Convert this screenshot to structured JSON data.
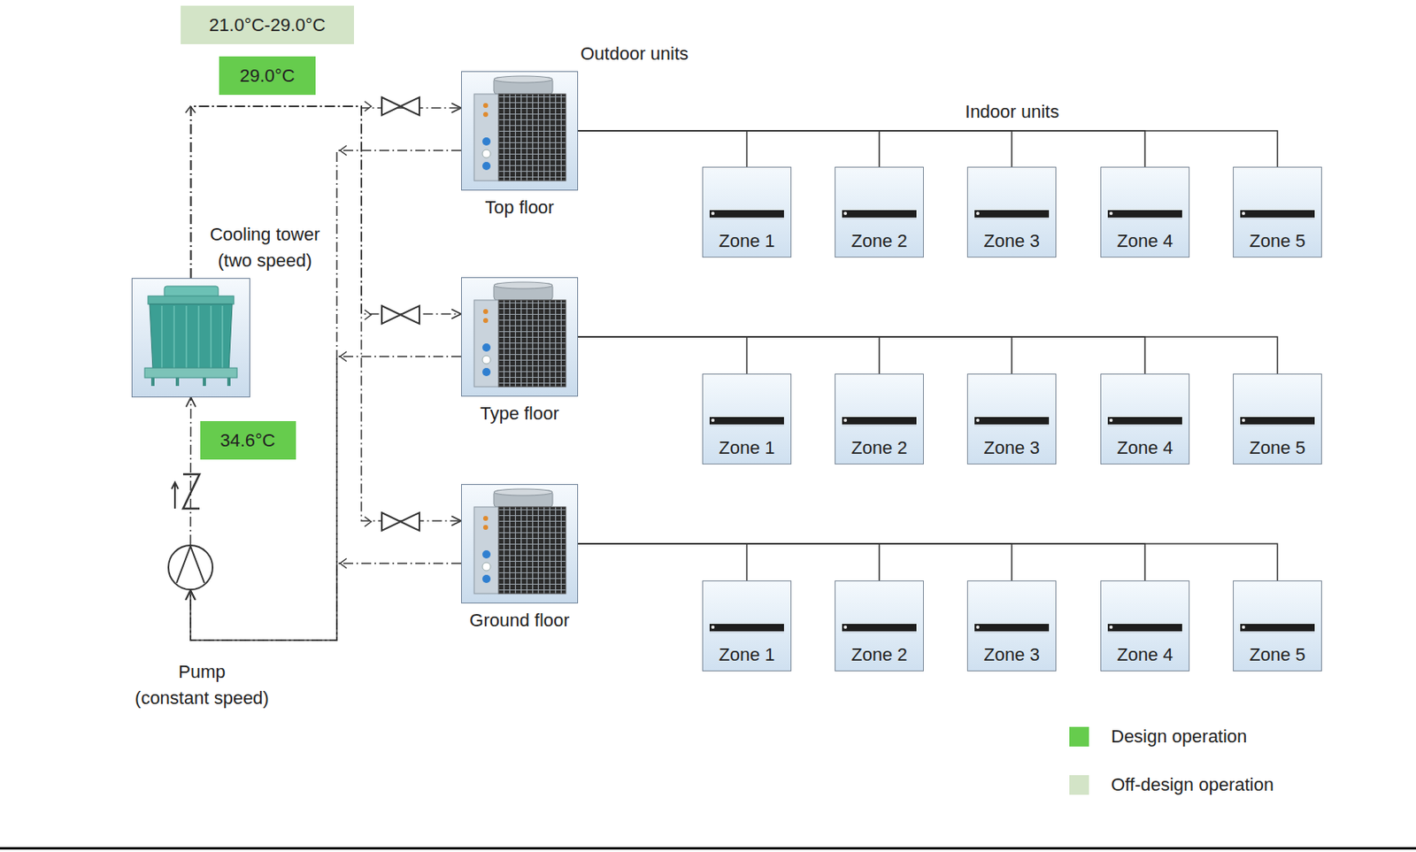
{
  "diagram": {
    "nodes": [
      {
        "text": [
          "21.0°C-29.0°C"
        ]
      },
      {
        "text": [
          "29.0°C"
        ]
      },
      {
        "text": [
          "Cooling tower (two speed)"
        ]
      },
      {
        "text": [
          "34.6°C"
        ]
      },
      {
        "text": [
          "Pump (constant speed)"
        ]
      },
      {
        "text": [
          "Top floor"
        ]
      },
      {
        "text": [
          "Zone 1"
        ]
      },
      {
        "text": [
          "Zone 2"
        ]
      },
      {
        "text": [
          "Zone 3"
        ]
      },
      {
        "text": [
          "Zone 4"
        ]
      },
      {
        "text": [
          "Zone 5"
        ]
      },
      {
        "text": [
          "Type floor"
        ]
      },
      {
        "text": [
          "Zone 1"
        ]
      },
      {
        "text": [
          "Zone 2"
        ]
      },
      {
        "text": [
          "Zone 3"
        ]
      },
      {
        "text": [
          "Zone 4"
        ]
      },
      {
        "text": [
          "Zone 5"
        ]
      },
      {
        "text": [
          "Ground floor"
        ]
      },
      {
        "text": [
          "Zone 1"
        ]
      },
      {
        "text": [
          "Zone 2"
        ]
      },
      {
        "text": [
          "Zone 3"
        ]
      },
      {
        "text": [
          "Zone 4"
        ]
      },
      {
        "text": [
          "Zone 5"
        ]
      }
    ],
    "edges": [
      {
        "from": 2,
        "to": 5,
        "arrow": "to"
      },
      {
        "from": 2,
        "to": 11,
        "arrow": "to"
      },
      {
        "from": 2,
        "to": 17,
        "arrow": "to"
      },
      {
        "from": 5,
        "to": 4,
        "arrow": "to"
      },
      {
        "from": 11,
        "to": 4,
        "arrow": "to"
      },
      {
        "from": 17,
        "to": 4,
        "arrow": "to"
      },
      {
        "from": 4,
        "to": 2,
        "arrow": "to"
      },
      {
        "from": 5,
        "to": 6,
        "arrow": "none"
      },
      {
        "from": 5,
        "to": 7,
        "arrow": "none"
      },
      {
        "from": 5,
        "to": 8,
        "arrow": "none"
      },
      {
        "from": 5,
        "to": 9,
        "arrow": "none"
      },
      {
        "from": 5,
        "to": 10,
        "arrow": "none"
      },
      {
        "from": 11,
        "to": 12,
        "arrow": "none"
      },
      {
        "from": 11,
        "to": 13,
        "arrow": "none"
      },
      {
        "from": 11,
        "to": 14,
        "arrow": "none"
      },
      {
        "from": 11,
        "to": 15,
        "arrow": "none"
      },
      {
        "from": 11,
        "to": 16,
        "arrow": "none"
      },
      {
        "from": 17,
        "to": 18,
        "arrow": "none"
      },
      {
        "from": 17,
        "to": 19,
        "arrow": "none"
      },
      {
        "from": 17,
        "to": 20,
        "arrow": "none"
      },
      {
        "from": 17,
        "to": 21,
        "arrow": "none"
      },
      {
        "from": 17,
        "to": 22,
        "arrow": "none"
      }
    ],
    "labels": [
      "Outdoor units",
      "Indoor units"
    ],
    "legend": [
      {
        "text": "Design operation",
        "color": "#66cc4d"
      },
      {
        "text": "Off-design operation",
        "color": "#d3e4c7"
      }
    ]
  }
}
